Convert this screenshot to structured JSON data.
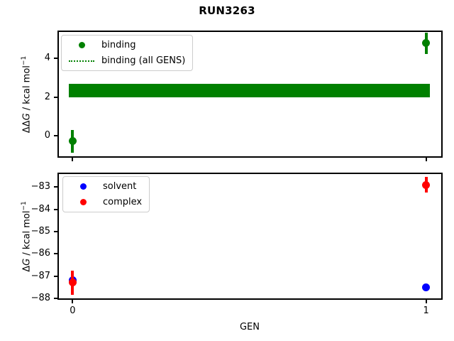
{
  "title": "RUN3263",
  "colors": {
    "binding": "#008000",
    "solvent": "#0000ff",
    "complex": "#ff0000",
    "frame": "#000000",
    "legend_border": "#cccccc"
  },
  "chart_data": [
    {
      "type": "scatter",
      "name": "ddg-subplot",
      "ylabel_parts": {
        "prefix": "ΔΔ",
        "variable": "G",
        "rest": " / kcal mol",
        "sup": "−1"
      },
      "ylim": [
        -1.15,
        5.45
      ],
      "xlim": [
        -0.043,
        1.047
      ],
      "yticks": [
        {
          "v": 0,
          "label": "0"
        },
        {
          "v": 2,
          "label": "2"
        },
        {
          "v": 4,
          "label": "4"
        }
      ],
      "xticks": [
        {
          "v": 0,
          "label": "0"
        },
        {
          "v": 1,
          "label": "1"
        }
      ],
      "xtick_labels_visible": false,
      "series": [
        {
          "name": "binding",
          "color": "#008000",
          "points": [
            {
              "x": 0,
              "y": -0.3,
              "yerr": 0.6
            },
            {
              "x": 1,
              "y": 4.8,
              "yerr": 0.55
            }
          ]
        }
      ],
      "band": {
        "name": "binding (all GENS)",
        "color": "#008000",
        "x_start": 0,
        "x_end": 1,
        "y_low": 2.0,
        "y_high": 2.7
      },
      "legend": [
        {
          "label": "binding",
          "symbol": "dot",
          "color": "#008000"
        },
        {
          "label": "binding (all GENS)",
          "symbol": "dotted-line",
          "color": "#008000"
        }
      ]
    },
    {
      "type": "scatter",
      "name": "dg-subplot",
      "xlabel": "GEN",
      "ylabel_parts": {
        "prefix": "Δ",
        "variable": "G",
        "rest": " / kcal mol",
        "sup": "−1"
      },
      "ylim": [
        -88.07,
        -82.35
      ],
      "xlim": [
        -0.043,
        1.047
      ],
      "yticks": [
        {
          "v": -83,
          "label": "−83"
        },
        {
          "v": -84,
          "label": "−84"
        },
        {
          "v": -85,
          "label": "−85"
        },
        {
          "v": -86,
          "label": "−86"
        },
        {
          "v": -87,
          "label": "−87"
        },
        {
          "v": -88,
          "label": "−88"
        }
      ],
      "xticks": [
        {
          "v": 0,
          "label": "0"
        },
        {
          "v": 1,
          "label": "1"
        }
      ],
      "xtick_labels_visible": true,
      "series": [
        {
          "name": "solvent",
          "color": "#0000ff",
          "points": [
            {
              "x": 0,
              "y": -87.2,
              "yerr": 0.4
            },
            {
              "x": 1,
              "y": -87.5,
              "yerr": 0.1
            }
          ]
        },
        {
          "name": "complex",
          "color": "#ff0000",
          "points": [
            {
              "x": 0,
              "y": -87.3,
              "yerr": 0.55
            },
            {
              "x": 1,
              "y": -82.9,
              "yerr": 0.35
            }
          ]
        }
      ],
      "legend": [
        {
          "label": "solvent",
          "symbol": "dot",
          "color": "#0000ff"
        },
        {
          "label": "complex",
          "symbol": "dot",
          "color": "#ff0000"
        }
      ]
    }
  ]
}
